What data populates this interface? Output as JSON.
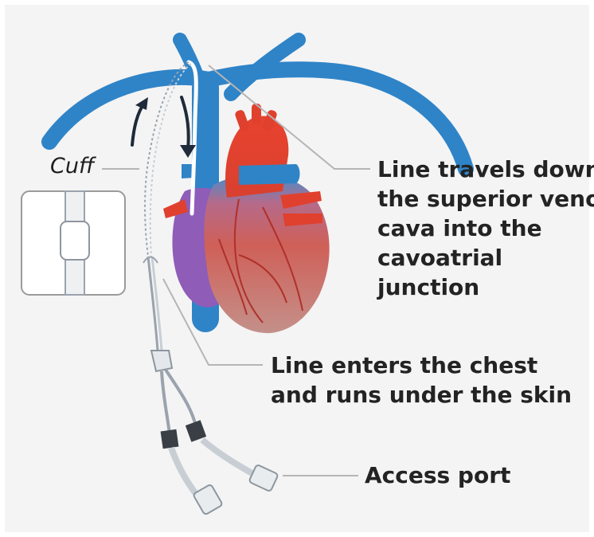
{
  "labels": {
    "cuff": "Cuff",
    "svc_line": [
      "Line travels down",
      "the superior veno",
      "cava into the",
      "cavoatrial",
      "junction"
    ],
    "chest_line": [
      "Line enters the chest",
      "and runs under the skin"
    ],
    "access_port": "Access port"
  },
  "colors": {
    "background": "#ffffff",
    "panel": "#f4f4f4",
    "vein_blue": "#2f84c8",
    "artery_red": "#e0402e",
    "heart_body": "#c9605c",
    "atrium_purple": "#8f5cb8",
    "catheter": "#ffffff",
    "leader_line": "#b5b5b5",
    "text": "#232323"
  }
}
